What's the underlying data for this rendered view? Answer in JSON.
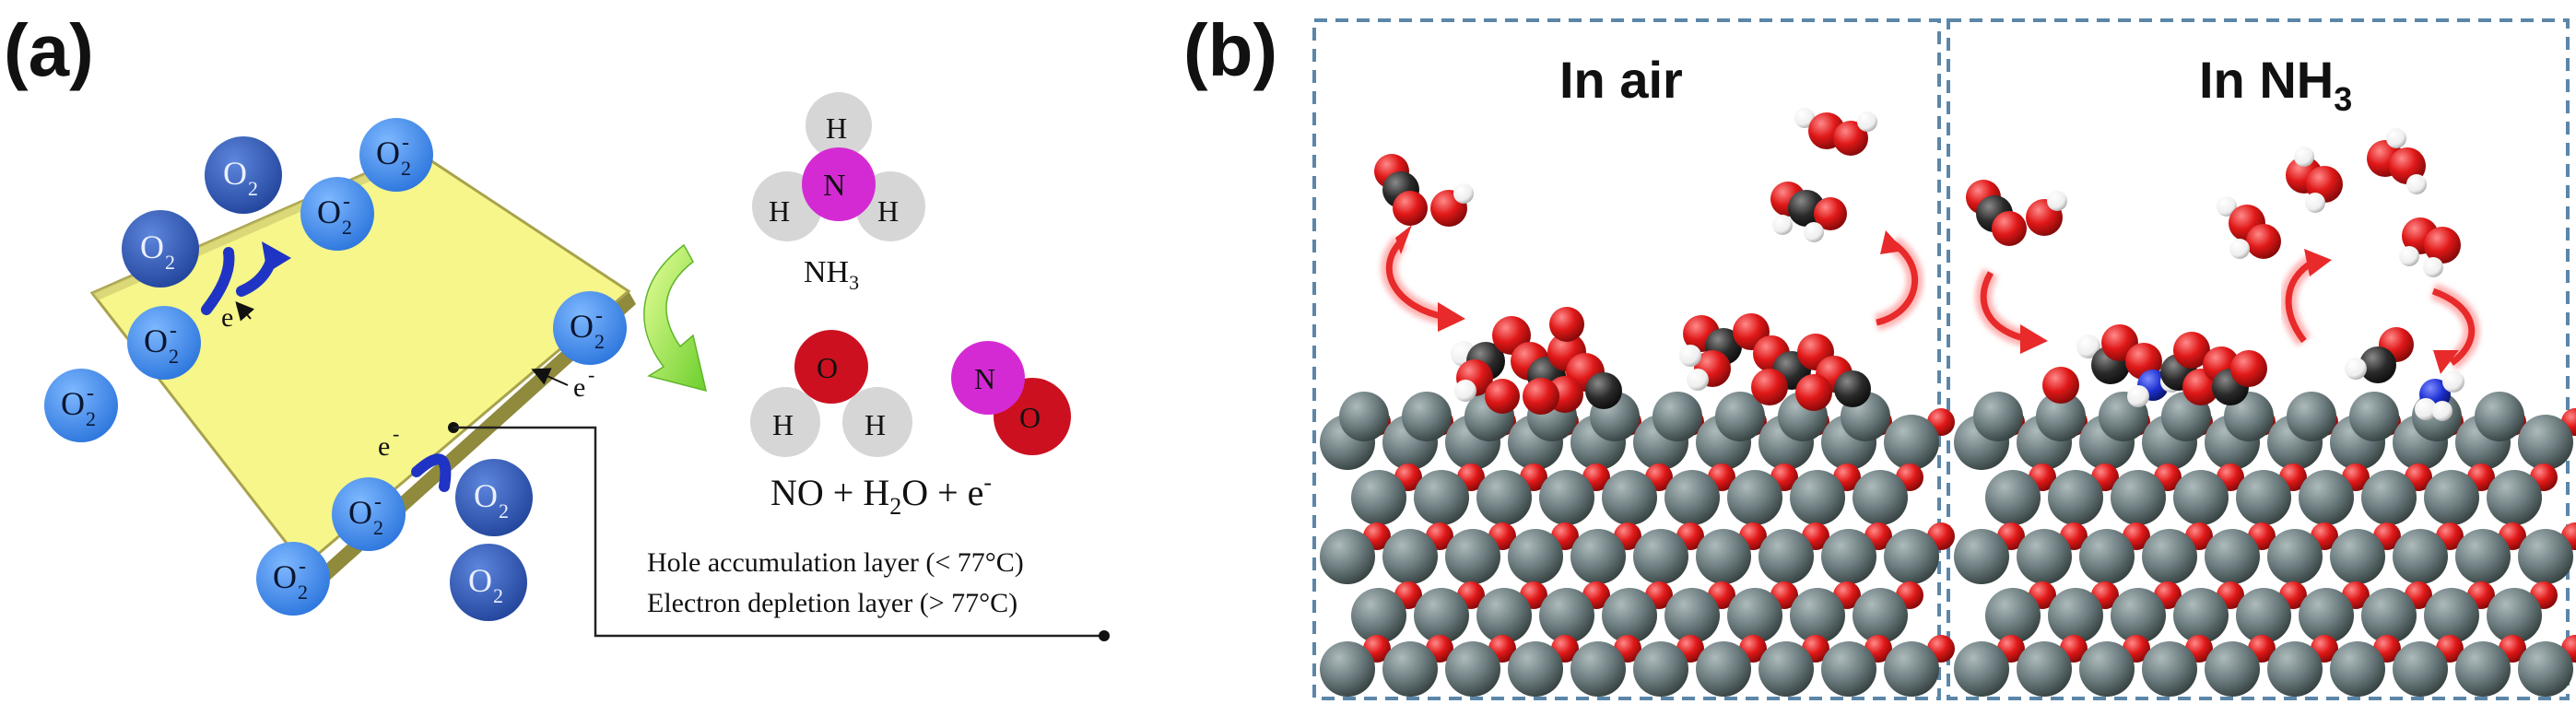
{
  "panel_a": {
    "label": "(a)",
    "species": {
      "o2": "O",
      "o2_sub": "2",
      "o2_minus_sup": "-",
      "electron": "e",
      "electron_sup": "-",
      "h": "H",
      "n": "N",
      "o": "O"
    },
    "nh3": {
      "main": "NH",
      "sub": "3"
    },
    "reaction": {
      "part1": "NO + H",
      "sub": "2",
      "part2": "O + e",
      "sup": "-"
    },
    "layers": {
      "line1": "Hole accumulation layer (< 77°C)",
      "line2": "Electron depletion layer (> 77°C)"
    }
  },
  "panel_b": {
    "label": "(b)",
    "left_title": "In air",
    "right_title_main": "In NH",
    "right_title_sub": "3"
  },
  "colors": {
    "plate_fill": "#f6f68a",
    "plate_edge": "#a8a24c",
    "o2_minus": "#3a86e6",
    "o2_free": "#2f58b8",
    "arrow_blue": "#1f34c4",
    "arrow_green": "#7fd83a",
    "nitrogen": "#d42ad4",
    "oxygen_red": "#cc1020",
    "hydrogen_gray": "#d6d6d6",
    "surface_gray": "#6b7b7e",
    "surface_red": "#e01818",
    "carbon": "#2a2a2a",
    "swirl": "#e82a2a",
    "frame_dash": "#5b86a8"
  }
}
